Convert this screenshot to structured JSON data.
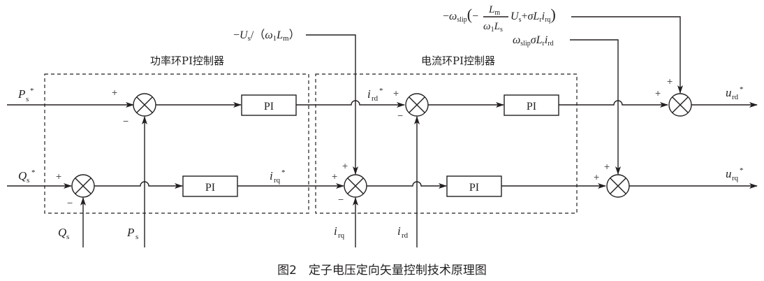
{
  "figure": {
    "caption": "图2　定子电压定向矢量控制技术原理图",
    "controllers": {
      "power_loop": "功率环PI控制器",
      "current_loop": "电流环PI控制器"
    },
    "blocks": {
      "pi_p": "PI",
      "pi_q": "PI",
      "pi_rd": "PI",
      "pi_rq": "PI"
    },
    "signals": {
      "ps_ref": {
        "main": "P",
        "sub": "s",
        "sup": "*"
      },
      "qs_ref": {
        "main": "Q",
        "sub": "s",
        "sup": "*"
      },
      "qs": {
        "main": "Q",
        "sub": "s"
      },
      "ps": {
        "main": "P",
        "sub": "s"
      },
      "ird_ref": {
        "main": "i",
        "sub": "rd",
        "sup": "*"
      },
      "irq_ref": {
        "main": "i",
        "sub": "rq",
        "sup": "*"
      },
      "irq": {
        "main": "i",
        "sub": "rq"
      },
      "ird": {
        "main": "i",
        "sub": "rd"
      },
      "urd_ref": {
        "main": "u",
        "sub": "rd",
        "sup": "*"
      },
      "urq_ref": {
        "main": "u",
        "sub": "rq",
        "sup": "*"
      },
      "feedforward_us": "−U_s/（ω_1 L_m）",
      "comp_d": "−ω_slip(−L_m/(ω_1 L_s) U_s + σ L_r i_rq)",
      "comp_q": "ω_slip σ L_r i_rd"
    },
    "signs": {
      "plus": "+",
      "minus": "−"
    }
  }
}
